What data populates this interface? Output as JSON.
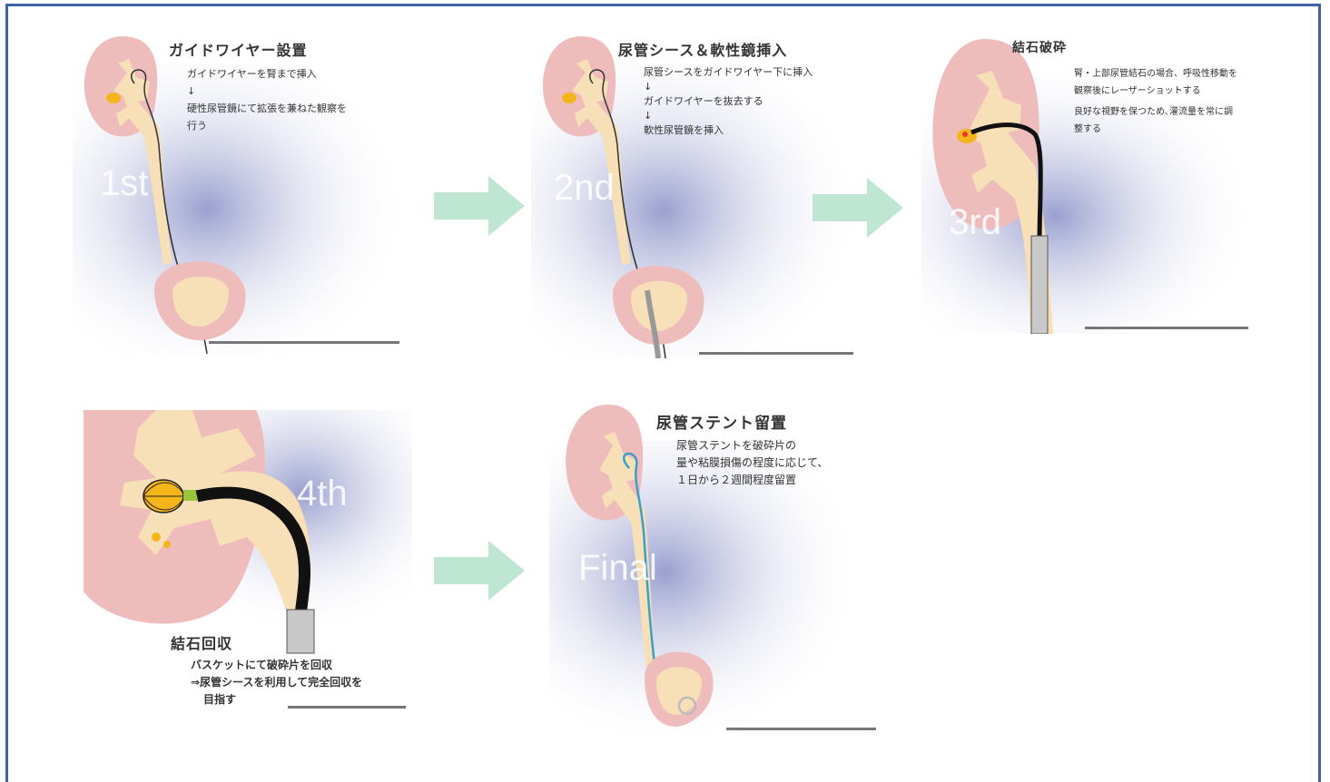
{
  "colors": {
    "border": "#3f63a6",
    "arrow": "#bfe5d3",
    "kidney": "#efbcbc",
    "pelvis": "#f7dfb8",
    "stone": "#f3b51a",
    "scope": "#111111",
    "stent": "#3aa0c8"
  },
  "panels": [
    {
      "id": "step-1",
      "label": "1st",
      "title": "ガイドワイヤー設置",
      "lines": [
        "ガイドワイヤーを腎まで挿入",
        "↓",
        "硬性尿管鏡にて拡張を兼ねた観察を",
        "行う"
      ]
    },
    {
      "id": "step-2",
      "label": "2nd",
      "title": "尿管シース＆軟性鏡挿入",
      "lines": [
        "尿管シースをガイドワイヤー下に挿入",
        "↓",
        "ガイドワイヤーを抜去する",
        "↓",
        "軟性尿管鏡を挿入"
      ]
    },
    {
      "id": "step-3",
      "label": "3rd",
      "title": "結石破砕",
      "lines": [
        "腎・上部尿管結石の場合、呼吸性移動を",
        "観察後にレーザーショットする",
        "良好な視野を保つため､灌流量を常に調",
        "整する"
      ]
    },
    {
      "id": "step-4",
      "label": "4th",
      "title": "結石回収",
      "lines": [
        "バスケットにて破砕片を回収",
        "⇒尿管シースを利用して完全回収を",
        "目指す"
      ]
    },
    {
      "id": "step-final",
      "label": "Final",
      "title": "尿管ステント留置",
      "lines": [
        "尿管ステントを破砕片の",
        "量や粘膜損傷の程度に応じて、",
        "１日から２週間程度留置"
      ]
    }
  ]
}
